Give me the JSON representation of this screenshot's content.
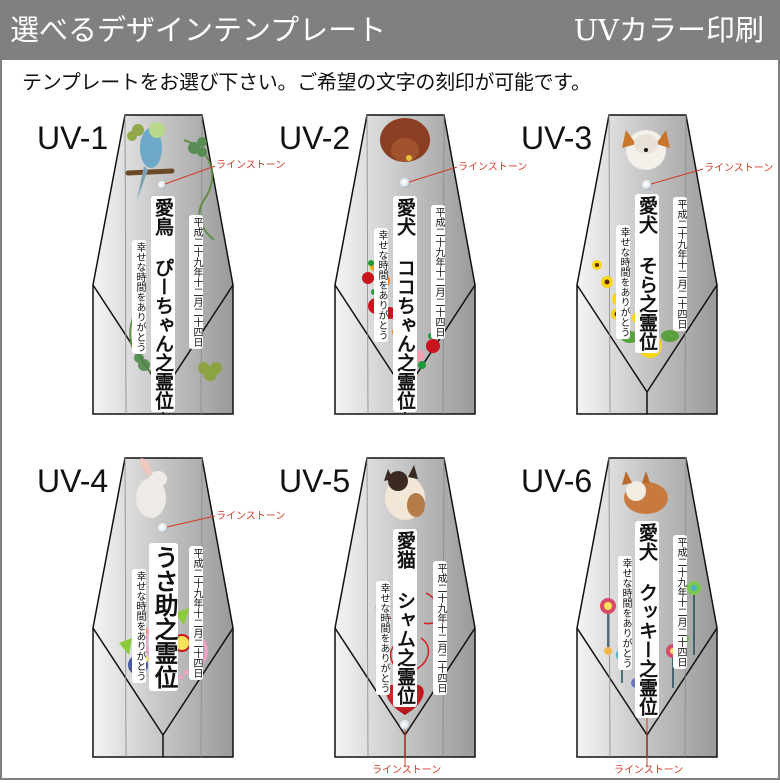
{
  "header": {
    "title": "選べるデザインテンプレート",
    "right_title": "UVカラー印刷",
    "background_color": "#808080"
  },
  "intro_text": "テンプレートをお選び下さい。ご希望の文字の刻印が可能です。",
  "rhinestone_label": "ラインストーン",
  "colors": {
    "rhinestone_line": "#d33a2c",
    "shape_outline": "#111111"
  },
  "templates": [
    {
      "id": "UV-1",
      "label": "UV-1",
      "animal_image": "budgerigar-photo",
      "decoration": "green-clover-vines",
      "name_line1": "愛鳥",
      "name_line2": "ぴーちゃん之霊位",
      "date": "平成二十九年十二月二十四日",
      "message": "幸せな時間をありがとう",
      "rhinestone_position": "top"
    },
    {
      "id": "UV-2",
      "label": "UV-2",
      "animal_image": "toy-poodle-photo",
      "decoration": "red-orange-pink-flowers",
      "name_line1": "愛犬",
      "name_line2": "ココちゃん之霊位",
      "date": "平成二十九年十二月二十四日",
      "message": "幸せな時間をありがとう",
      "rhinestone_position": "top"
    },
    {
      "id": "UV-3",
      "label": "UV-3",
      "animal_image": "papillon-photo",
      "decoration": "sunflowers",
      "name_line1": "愛犬",
      "name_line2": "そら之霊位",
      "date": "平成二十九年十二月二十四日",
      "message": "幸せな時間をありがとう",
      "rhinestone_position": "top"
    },
    {
      "id": "UV-4",
      "label": "UV-4",
      "animal_image": "rabbit-photo",
      "decoration": "colorful-flowers-butterflies",
      "name_line1": "",
      "name_line2": "うさ助之霊位",
      "date": "平成二十九年十二月二十四日",
      "message": "幸せな時間をありがとう",
      "rhinestone_position": "top"
    },
    {
      "id": "UV-5",
      "label": "UV-5",
      "animal_image": "siamese-cat-photo",
      "decoration": "red-swirls-heart",
      "name_line1": "愛猫",
      "name_line2": "シャム之霊位",
      "date": "平成二十九年十二月二十四日",
      "message": "幸せな時間をありがとう",
      "rhinestone_position": "bottom"
    },
    {
      "id": "UV-6",
      "label": "UV-6",
      "animal_image": "corgi-photo",
      "decoration": "pastel-flowers",
      "name_line1": "愛犬",
      "name_line2": "クッキー之霊位",
      "date": "平成二十九年十二月二十四日",
      "message": "幸せな時間をありがとう",
      "rhinestone_position": "bottom"
    }
  ]
}
